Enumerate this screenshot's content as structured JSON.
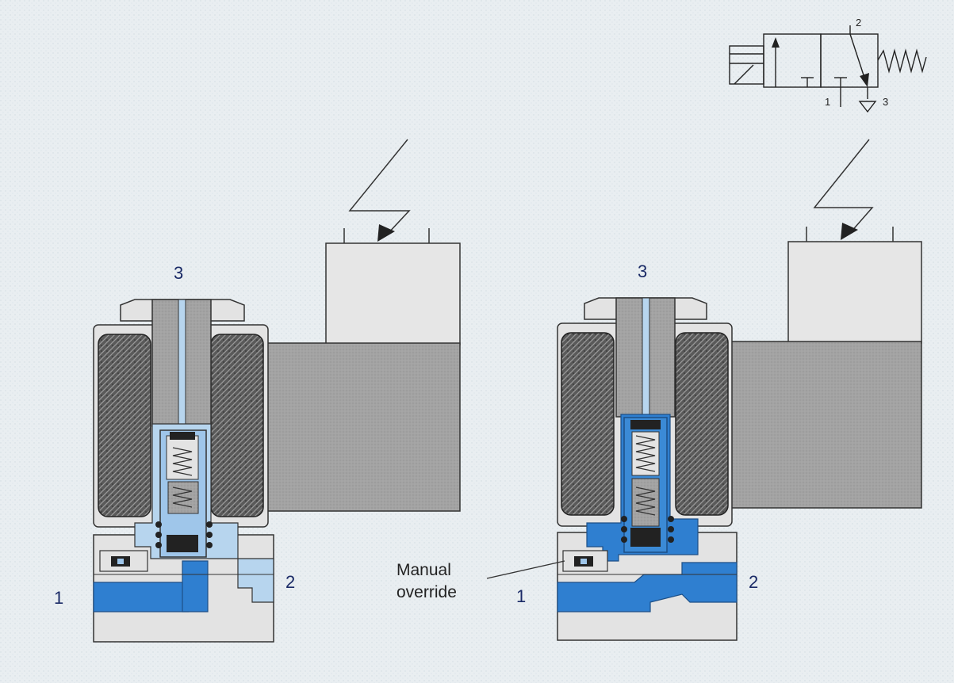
{
  "symbol": {
    "port_2": "2",
    "port_1": "1",
    "port_3": "3"
  },
  "valve_left": {
    "port_top": "3",
    "port_left": "1",
    "port_right": "2"
  },
  "valve_right": {
    "port_top": "3",
    "port_left": "1",
    "port_right": "2",
    "annotation_line1": "Manual",
    "annotation_line2": "override"
  },
  "colors": {
    "background": "#e9eef1",
    "body_grey": "#a0a0a0",
    "housing_light": "#e3e3e3",
    "air_dark_blue": "#2f7fd0",
    "air_light_blue": "#b7d5ee",
    "coil": "#555555"
  }
}
